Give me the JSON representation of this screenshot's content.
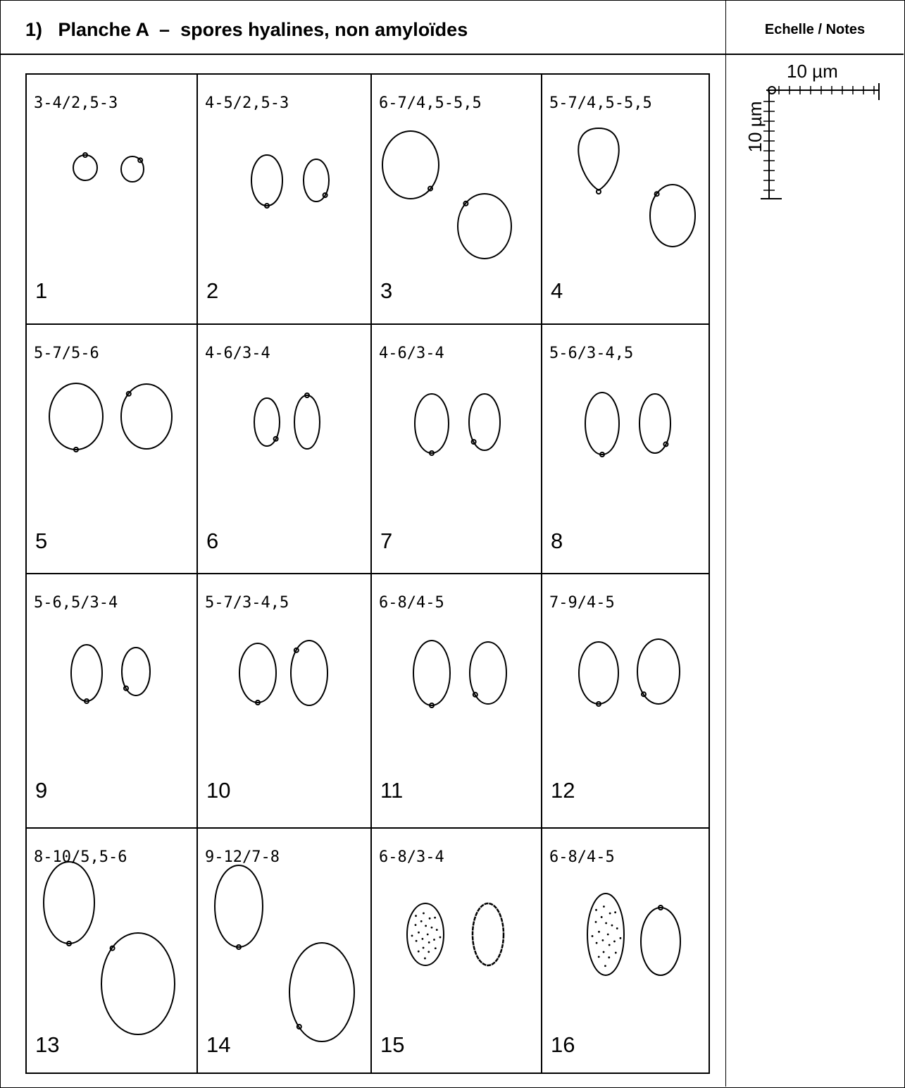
{
  "header": {
    "title": "1)   Planche A  –  spores hyalines, non amyloïdes",
    "notes_column_label": "Echelle / Notes"
  },
  "scale_bar": {
    "horizontal_label": "10 µm",
    "vertical_label": "10 µm"
  },
  "cells": [
    {
      "number": "1",
      "dims": "3-4/2,5-3"
    },
    {
      "number": "2",
      "dims": "4-5/2,5-3"
    },
    {
      "number": "3",
      "dims": "6-7/4,5-5,5"
    },
    {
      "number": "4",
      "dims": "5-7/4,5-5,5"
    },
    {
      "number": "5",
      "dims": "5-7/5-6"
    },
    {
      "number": "6",
      "dims": "4-6/3-4"
    },
    {
      "number": "7",
      "dims": "4-6/3-4"
    },
    {
      "number": "8",
      "dims": "5-6/3-4,5"
    },
    {
      "number": "9",
      "dims": "5-6,5/3-4"
    },
    {
      "number": "10",
      "dims": "5-7/3-4,5"
    },
    {
      "number": "11",
      "dims": "6-8/4-5"
    },
    {
      "number": "12",
      "dims": "7-9/4-5"
    },
    {
      "number": "13",
      "dims": "8-10/5,5-6"
    },
    {
      "number": "14",
      "dims": "9-12/7-8"
    },
    {
      "number": "15",
      "dims": "6-8/3-4"
    },
    {
      "number": "16",
      "dims": "6-8/4-5"
    }
  ]
}
